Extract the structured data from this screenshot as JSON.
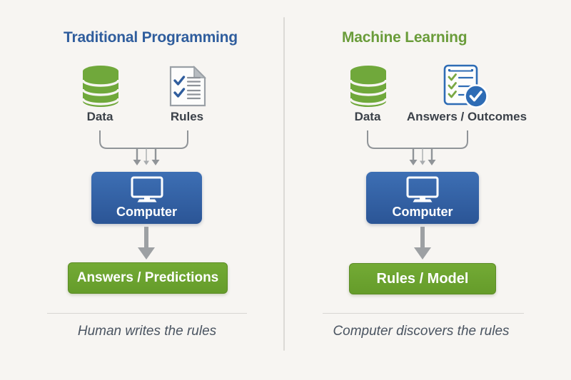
{
  "colors": {
    "bg": "#f7f5f2",
    "center-divider": "#dcdad6",
    "divider": "#d8d6d2",
    "heading-blue": "#2f5d9d",
    "heading-green": "#6a9c3a",
    "db-green": "#70a83b",
    "box-blue-top": "#3d6fb4",
    "box-blue-bottom": "#2b5596",
    "box-green-top": "#73aa35",
    "box-green-bottom": "#659c2a",
    "box-green-border": "#5c8c26",
    "connector-gray": "#909498",
    "arrow-gray": "#9b9ea2",
    "big-arrow-gray": "#9da0a3",
    "label-dark": "#3b4149",
    "caption-gray": "#4a5461",
    "doc-outline-gray": "#9aa0a6",
    "doc-line-gray": "#8e9399",
    "check-blue": "#2f5d9d",
    "badge-blue": "#2e6cb5",
    "check-green": "#7aa843"
  },
  "panels": [
    {
      "title": "Traditional Programming",
      "inputs": [
        {
          "icon": "database-icon",
          "label": "Data"
        },
        {
          "icon": "rules-document-icon",
          "label": "Rules"
        }
      ],
      "processor_label": "Computer",
      "output_label": "Answers / Predictions",
      "caption": "Human writes the rules"
    },
    {
      "title": "Machine Learning",
      "inputs": [
        {
          "icon": "database-icon",
          "label": "Data"
        },
        {
          "icon": "checklist-badge-icon",
          "label": "Answers / Outcomes"
        }
      ],
      "processor_label": "Computer",
      "output_label": "Rules / Model",
      "caption": "Computer discovers the rules"
    }
  ]
}
